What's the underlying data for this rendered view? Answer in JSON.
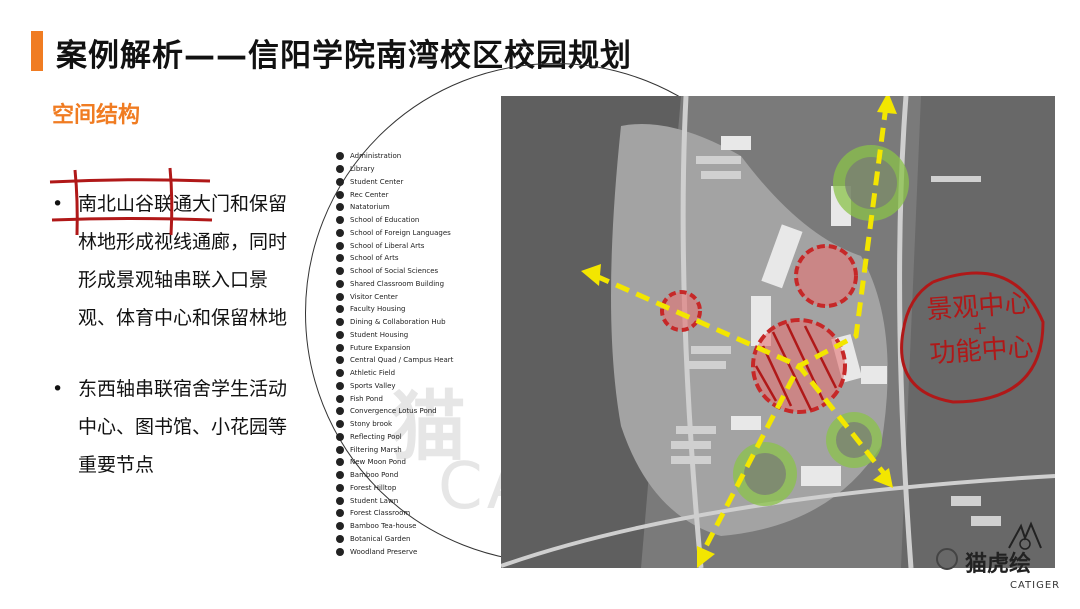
{
  "title": "案例解析——信阳学院南湾校区校园规划",
  "section_title": "空间结构",
  "bullets": [
    "南北山谷联通大门和保留林地形成视线通廊，同时形成景观轴串联入口景观、体育中心和保留林地",
    "东西轴串联宿舍学生活动中心、图书馆、小花园等重要节点"
  ],
  "bullet_symbol": "•",
  "legend": [
    "Administration",
    "Library",
    "Student Center",
    "Rec Center",
    "Natatorium",
    "School of Education",
    "School of Foreign Languages",
    "School of Liberal Arts",
    "School of Arts",
    "School of Social Sciences",
    "Shared Classroom Building",
    "Visitor Center",
    "Faculty Housing",
    "Dining & Collaboration Hub",
    "Student Housing",
    "Future Expansion",
    "Central Quad / Campus Heart",
    "Athletic Field",
    "Sports Valley",
    "Fish Pond",
    "Convergence Lotus Pond",
    "Stony brook",
    "Reflecting Pool",
    "Filtering Marsh",
    "New Moon Pond",
    "Bamboo Pond",
    "Forest Hilltop",
    "Student Lawn",
    "Forest Classroom",
    "Bamboo Tea-house",
    "Botanical Garden",
    "Woodland Preserve"
  ],
  "annotation": {
    "line1": "景观中心",
    "plus": "+",
    "line2": "功能中心"
  },
  "watermark": {
    "cn": "猫",
    "en": "CAT"
  },
  "brand": {
    "cn": "猫虎绘",
    "en": "CATIGER"
  },
  "colors": {
    "accent": "#f07c22",
    "green_node": "#8bc34a",
    "red_node": "#e05555",
    "axis": "#f3e600",
    "pen": "#b01818"
  }
}
